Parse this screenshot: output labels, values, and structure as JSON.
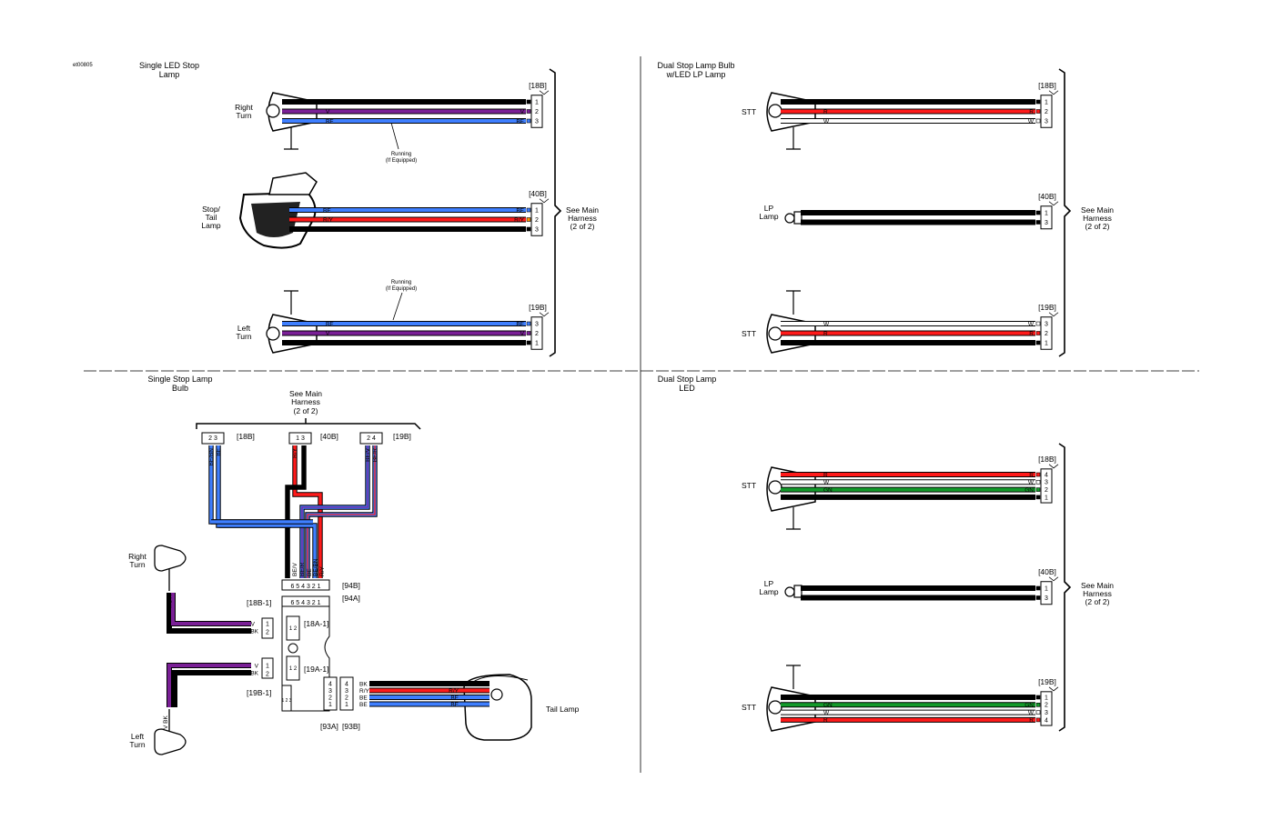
{
  "figure_id": "et00805",
  "colors": {
    "BK": "#000000",
    "V": "#7a1f96",
    "BE": "#3f7fff",
    "R": "#ff1a1a",
    "W": "#ffffff",
    "GN": "#139a2a",
    "R/Y": "#ff9a00",
    "BE/V": "#7a1f96",
    "BE/R": "#ff1a1a",
    "BE/BN": "#8a5a2b"
  },
  "panels": {
    "tl": {
      "title": [
        "Single LED Stop",
        "Lamp"
      ],
      "groups": [
        {
          "conn": "[18B]",
          "lamp": [
            "Right",
            "Turn"
          ],
          "wires": [
            {
              "c": "BK",
              "p": "1"
            },
            {
              "c": "V",
              "p": "2"
            },
            {
              "c": "BE",
              "p": "3"
            }
          ],
          "note": [
            "Running",
            "(If Equipped)"
          ]
        },
        {
          "conn": "[40B]",
          "lamp": [
            "Stop/",
            "Tail",
            "Lamp"
          ],
          "wires": [
            {
              "c": "BE",
              "p": "1"
            },
            {
              "c": "R/Y",
              "p": "2"
            },
            {
              "c": "BK",
              "p": "3"
            }
          ]
        },
        {
          "conn": "[19B]",
          "lamp": [
            "Left",
            "Turn"
          ],
          "wires": [
            {
              "c": "BE",
              "p": "3"
            },
            {
              "c": "V",
              "p": "2"
            },
            {
              "c": "BK",
              "p": "1"
            }
          ],
          "note": [
            "Running",
            "(If Equipped)"
          ]
        }
      ],
      "harness": [
        "See Main",
        "Harness",
        "(2 of 2)"
      ]
    },
    "tr": {
      "title": [
        "Dual Stop Lamp Bulb",
        "w/LED LP Lamp"
      ],
      "groups": [
        {
          "conn": "[18B]",
          "lamp": [
            "STT"
          ],
          "wires": [
            {
              "c": "BK",
              "p": "1"
            },
            {
              "c": "R",
              "p": "2"
            },
            {
              "c": "W",
              "p": "3"
            }
          ]
        },
        {
          "conn": "[40B]",
          "lamp": [
            "LP",
            "Lamp"
          ],
          "wires": [
            {
              "c": "BK",
              "p": "1"
            },
            {
              "c": "BK",
              "p": "3"
            }
          ]
        },
        {
          "conn": "[19B]",
          "lamp": [
            "STT"
          ],
          "wires": [
            {
              "c": "W",
              "p": "3"
            },
            {
              "c": "R",
              "p": "2"
            },
            {
              "c": "BK",
              "p": "1"
            }
          ]
        }
      ],
      "harness": [
        "See Main",
        "Harness",
        "(2 of 2)"
      ]
    },
    "bl": {
      "title": [
        "Single Stop Lamp",
        "Bulb"
      ],
      "harness": [
        "See Main",
        "Harness",
        "(2 of 2)"
      ],
      "top_conns": [
        {
          "label": "[18B]",
          "pins": "2  3",
          "wires": [
            "BE/BN",
            "BE"
          ]
        },
        {
          "label": "[40B]",
          "pins": "1  3",
          "wires": [
            "R/Y",
            "BK"
          ]
        },
        {
          "label": "[19B]",
          "pins": "2  4",
          "wires": [
            "BE/V",
            "BE/R"
          ]
        }
      ],
      "module_wires": [
        "BK",
        "BE/V",
        "BE/R",
        "BE",
        "BE/BN",
        "R/Y"
      ],
      "conn_94B": "[94B]",
      "conn_94A": "[94A]",
      "pins_94": "6 5 4 3 2 1",
      "conn_18B1": "[18B-1]",
      "conn_18A1": "[18A-1]",
      "conn_19A1": "[19A-1]",
      "conn_19B1": "[19B-1]",
      "conn_93A": "[93A]",
      "conn_93B": "[93B]",
      "right_turn": [
        "Right",
        "Turn"
      ],
      "left_turn": [
        "Left",
        "Turn"
      ],
      "tail_lamp": "Tail Lamp",
      "turn_wires_r": [
        {
          "c": "V",
          "p": "1"
        },
        {
          "c": "BK",
          "p": "2"
        }
      ],
      "turn_wires_l": [
        {
          "c": "V",
          "p": "1"
        },
        {
          "c": "BK",
          "p": "2"
        }
      ],
      "tail_wires": [
        {
          "c": "BK",
          "p": "4"
        },
        {
          "c": "R/Y",
          "p": "3"
        },
        {
          "c": "BE",
          "p": "2"
        },
        {
          "c": "BE",
          "p": "1"
        }
      ],
      "pin_12": "1 2",
      "pin_123": "1 2 3"
    },
    "br": {
      "title": [
        "Dual Stop Lamp",
        "LED"
      ],
      "groups": [
        {
          "conn": "[18B]",
          "lamp": [
            "STT"
          ],
          "wires": [
            {
              "c": "R",
              "p": "4"
            },
            {
              "c": "W",
              "p": "3"
            },
            {
              "c": "GN",
              "p": "2"
            },
            {
              "c": "BK",
              "p": "1"
            }
          ]
        },
        {
          "conn": "[40B]",
          "lamp": [
            "LP",
            "Lamp"
          ],
          "wires": [
            {
              "c": "BK",
              "p": "1"
            },
            {
              "c": "BK",
              "p": "3"
            }
          ]
        },
        {
          "conn": "[19B]",
          "lamp": [
            "STT"
          ],
          "wires": [
            {
              "c": "BK",
              "p": "1"
            },
            {
              "c": "GN",
              "p": "2"
            },
            {
              "c": "W",
              "p": "3"
            },
            {
              "c": "R",
              "p": "4"
            }
          ]
        }
      ],
      "harness": [
        "See Main",
        "Harness",
        "(2 of 2)"
      ]
    }
  }
}
